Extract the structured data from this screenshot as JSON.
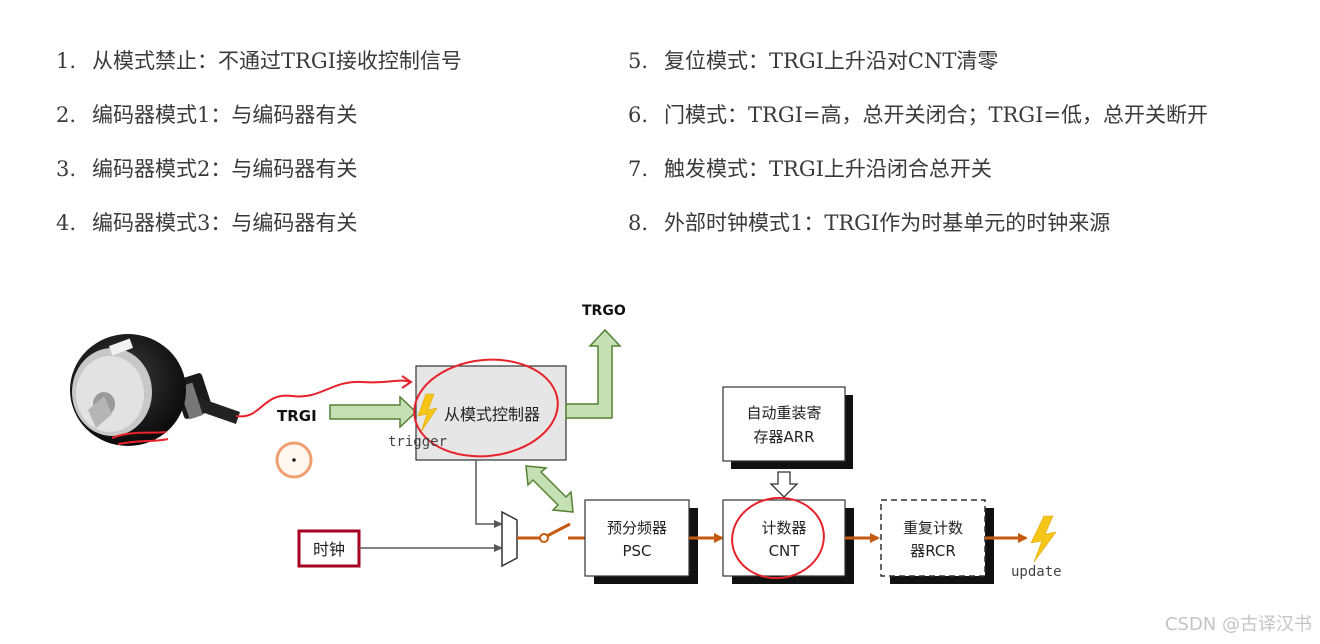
{
  "modes_left": [
    {
      "num": "1.",
      "text": "从模式禁止：不通过TRGI接收控制信号"
    },
    {
      "num": "2.",
      "text": "编码器模式1：与编码器有关"
    },
    {
      "num": "3.",
      "text": "编码器模式2：与编码器有关"
    },
    {
      "num": "4.",
      "text": "编码器模式3：与编码器有关"
    }
  ],
  "modes_right": [
    {
      "num": "5.",
      "text": "复位模式：TRGI上升沿对CNT清零"
    },
    {
      "num": "6.",
      "text": "门模式：TRGI=高，总开关闭合；TRGI=低，总开关断开"
    },
    {
      "num": "7.",
      "text": "触发模式：TRGI上升沿闭合总开关"
    },
    {
      "num": "8.",
      "text": "外部时钟模式1：TRGI作为时基单元的时钟来源"
    }
  ],
  "diagram": {
    "trgi_label": "TRGI",
    "trgo_label": "TRGO",
    "trigger_label": "trigger",
    "slave_controller": "从模式控制器",
    "clock_label": "时钟",
    "arr_line1": "自动重装寄",
    "arr_line2": "存器ARR",
    "psc_line1": "预分频器",
    "psc_line2": "PSC",
    "cnt_line1": "计数器",
    "cnt_line2": "CNT",
    "rcr_line1": "重复计数",
    "rcr_line2": "器RCR",
    "update_label": "update"
  },
  "watermark": "CSDN @古译汉书",
  "colors": {
    "green_arrow": "#c5e0b4",
    "green_stroke": "#548235",
    "orange_line": "#c55a11",
    "clock_border": "#a50021",
    "annotation_red": "#e8222a",
    "lightning": "#f5c518",
    "cursor_ring": "#f0a070"
  }
}
